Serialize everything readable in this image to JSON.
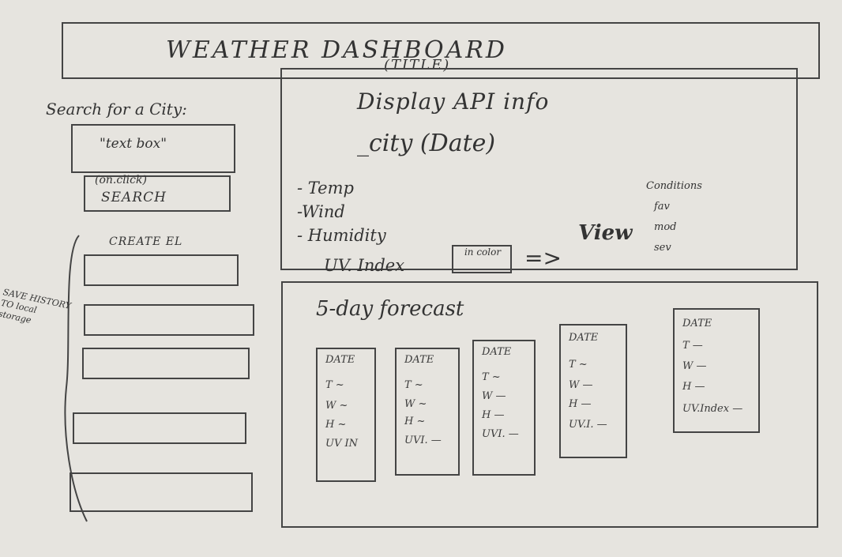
{
  "header": {
    "title": "WEATHER DASHBOARD",
    "subtitle": "(TITLE)"
  },
  "sidebar": {
    "search_label": "Search for a City:",
    "textbox_label": "\"text box\"",
    "onclick_note": "(on.click)",
    "search_button": "SEARCH",
    "create_el_label": "CREATE EL",
    "save_note": "SAVE HISTORY TO local storage",
    "history_count_items": [
      "",
      "",
      "",
      "",
      "",
      ""
    ]
  },
  "current": {
    "display_label": "Display API info",
    "city_label": "_city (Date)",
    "temp": "- Temp",
    "wind": "-Wind",
    "humidity": "- Humidity",
    "uv_index": "UV. Index",
    "uv_color": "in color",
    "arrow": "=>",
    "view": "View",
    "conditions_label": "Conditions",
    "conditions": [
      "fav",
      "mod",
      "sev"
    ]
  },
  "forecast": {
    "label": "5-day forecast",
    "cards": [
      {
        "date": "DATE",
        "t": "T ~",
        "w": "W ~",
        "h": "H ~",
        "uv": "UV IN"
      },
      {
        "date": "DATE",
        "t": "T ~",
        "w": "W ~",
        "h": "H ~",
        "uv": "UVI. —"
      },
      {
        "date": "DATE",
        "t": "T ~",
        "w": "W —",
        "h": "H —",
        "uv": "UVI. —"
      },
      {
        "date": "DATE",
        "t": "T ~",
        "w": "W —",
        "h": "H —",
        "uv": "UV.I. —"
      },
      {
        "date": "DATE",
        "t": "T —",
        "w": "W —",
        "h": "H —",
        "uv": "UV.Index —"
      }
    ]
  }
}
